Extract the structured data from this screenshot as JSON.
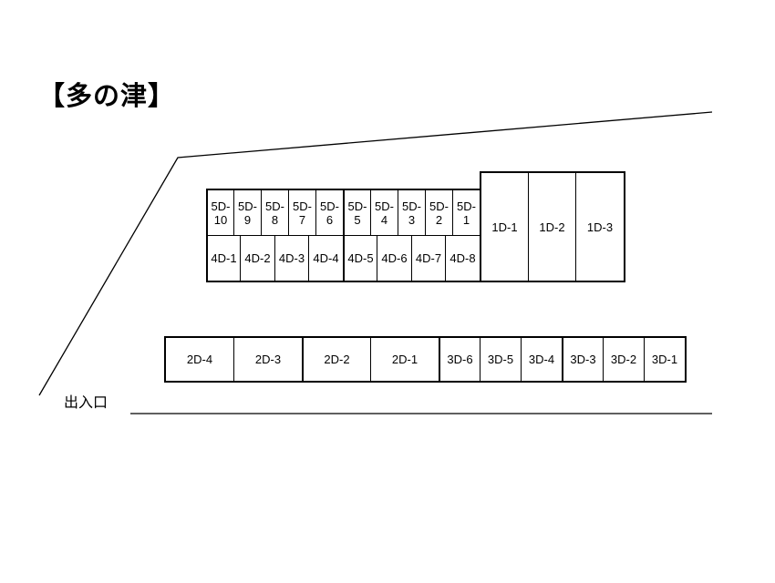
{
  "title": "【多の津】",
  "entrance_label": "出入口",
  "row_5d": [
    "5D-\n10",
    "5D-\n9",
    "5D-\n8",
    "5D-\n7",
    "5D-\n6",
    "5D-\n5",
    "5D-\n4",
    "5D-\n3",
    "5D-\n2",
    "5D-\n1"
  ],
  "row_4d": [
    "4D-1",
    "4D-2",
    "4D-3",
    "4D-4",
    "4D-5",
    "4D-6",
    "4D-7",
    "4D-8"
  ],
  "block_1d": [
    "1D-1",
    "1D-2",
    "1D-3"
  ],
  "row_bottom": [
    "2D-4",
    "2D-3",
    "2D-2",
    "2D-1",
    "3D-6",
    "3D-5",
    "3D-4",
    "3D-3",
    "3D-2",
    "3D-1"
  ]
}
